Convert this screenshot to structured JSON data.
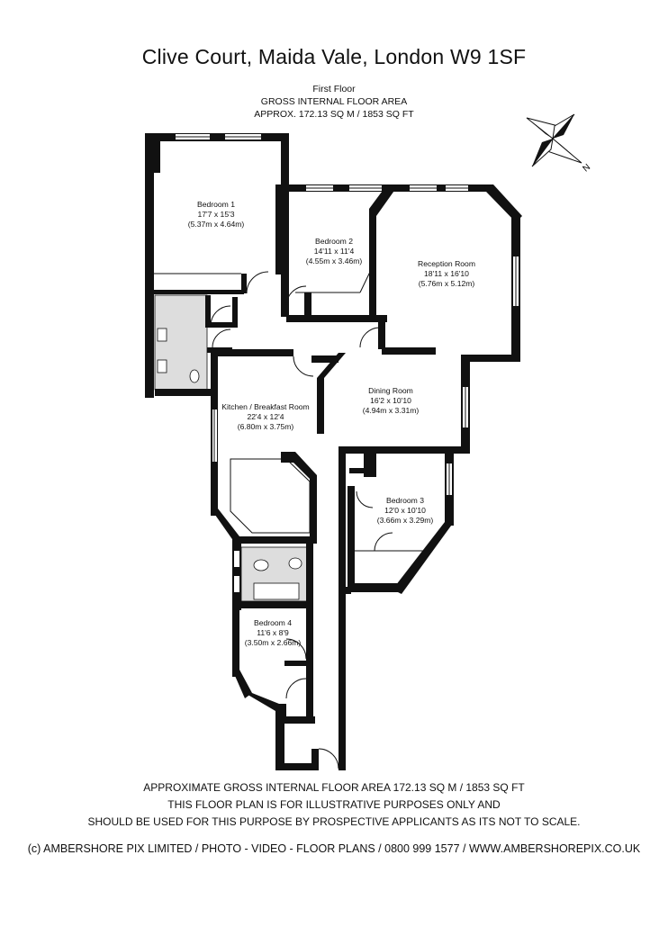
{
  "header": {
    "title": "Clive Court, Maida Vale, London W9 1SF",
    "floor": "First Floor",
    "area_heading": "GROSS INTERNAL FLOOR AREA",
    "area_value": "APPROX. 172.13 SQ M / 1853 SQ FT"
  },
  "compass": {
    "label": "N"
  },
  "rooms": [
    {
      "name": "Bedroom 1",
      "imperial": "17'7 x 15'3",
      "metric": "(5.37m x 4.64m)"
    },
    {
      "name": "Bedroom 2",
      "imperial": "14'11 x 11'4",
      "metric": "(4.55m x 3.46m)"
    },
    {
      "name": "Reception Room",
      "imperial": "18'11 x 16'10",
      "metric": "(5.76m x 5.12m)"
    },
    {
      "name": "Kitchen / Breakfast Room",
      "imperial": "22'4 x 12'4",
      "metric": "(6.80m x 3.75m)"
    },
    {
      "name": "Dining Room",
      "imperial": "16'2 x 10'10",
      "metric": "(4.94m x 3.31m)"
    },
    {
      "name": "Bedroom 3",
      "imperial": "12'0 x 10'10",
      "metric": "(3.66m x 3.29m)"
    },
    {
      "name": "Bedroom 4",
      "imperial": "11'6 x 8'9",
      "metric": "(3.50m x 2.66m)"
    }
  ],
  "notes": [
    "APPROXIMATE GROSS INTERNAL FLOOR AREA 172.13 SQ M / 1853 SQ FT",
    "THIS FLOOR PLAN IS FOR ILLUSTRATIVE PURPOSES ONLY AND",
    "SHOULD BE USED FOR THIS PURPOSE BY PROSPECTIVE APPLICANTS AS ITS NOT TO SCALE."
  ],
  "footer": "(c) AMBERSHORE PIX LIMITED / PHOTO - VIDEO - FLOOR PLANS / 0800 999 1577 / WWW.AMBERSHOREPIX.CO.UK"
}
